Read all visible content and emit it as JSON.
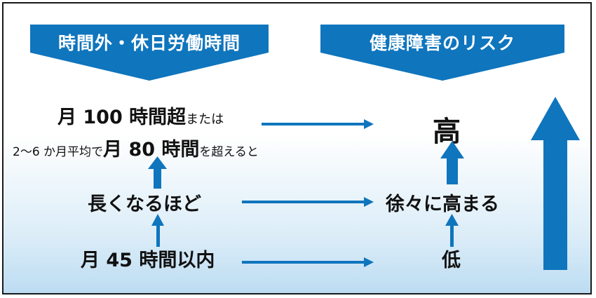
{
  "left_header": "時間外・休日労働時間",
  "right_header": "健康障害のリスク",
  "row_top": {
    "line1_bold": "月 100 時間超",
    "line1_small": "または",
    "line2_prefix": "2～6 か月平均で",
    "line2_bold": "月 80 時間",
    "line2_suffix": "を超えると",
    "risk": "高"
  },
  "row_mid": {
    "label": "長くなるほど",
    "risk": "徐々に高まる"
  },
  "row_bottom": {
    "label": "月 45 時間以内",
    "risk": "低"
  },
  "colors": {
    "accent": "#0f75bd",
    "frame": "#1a1a1a",
    "text": "#111111"
  }
}
